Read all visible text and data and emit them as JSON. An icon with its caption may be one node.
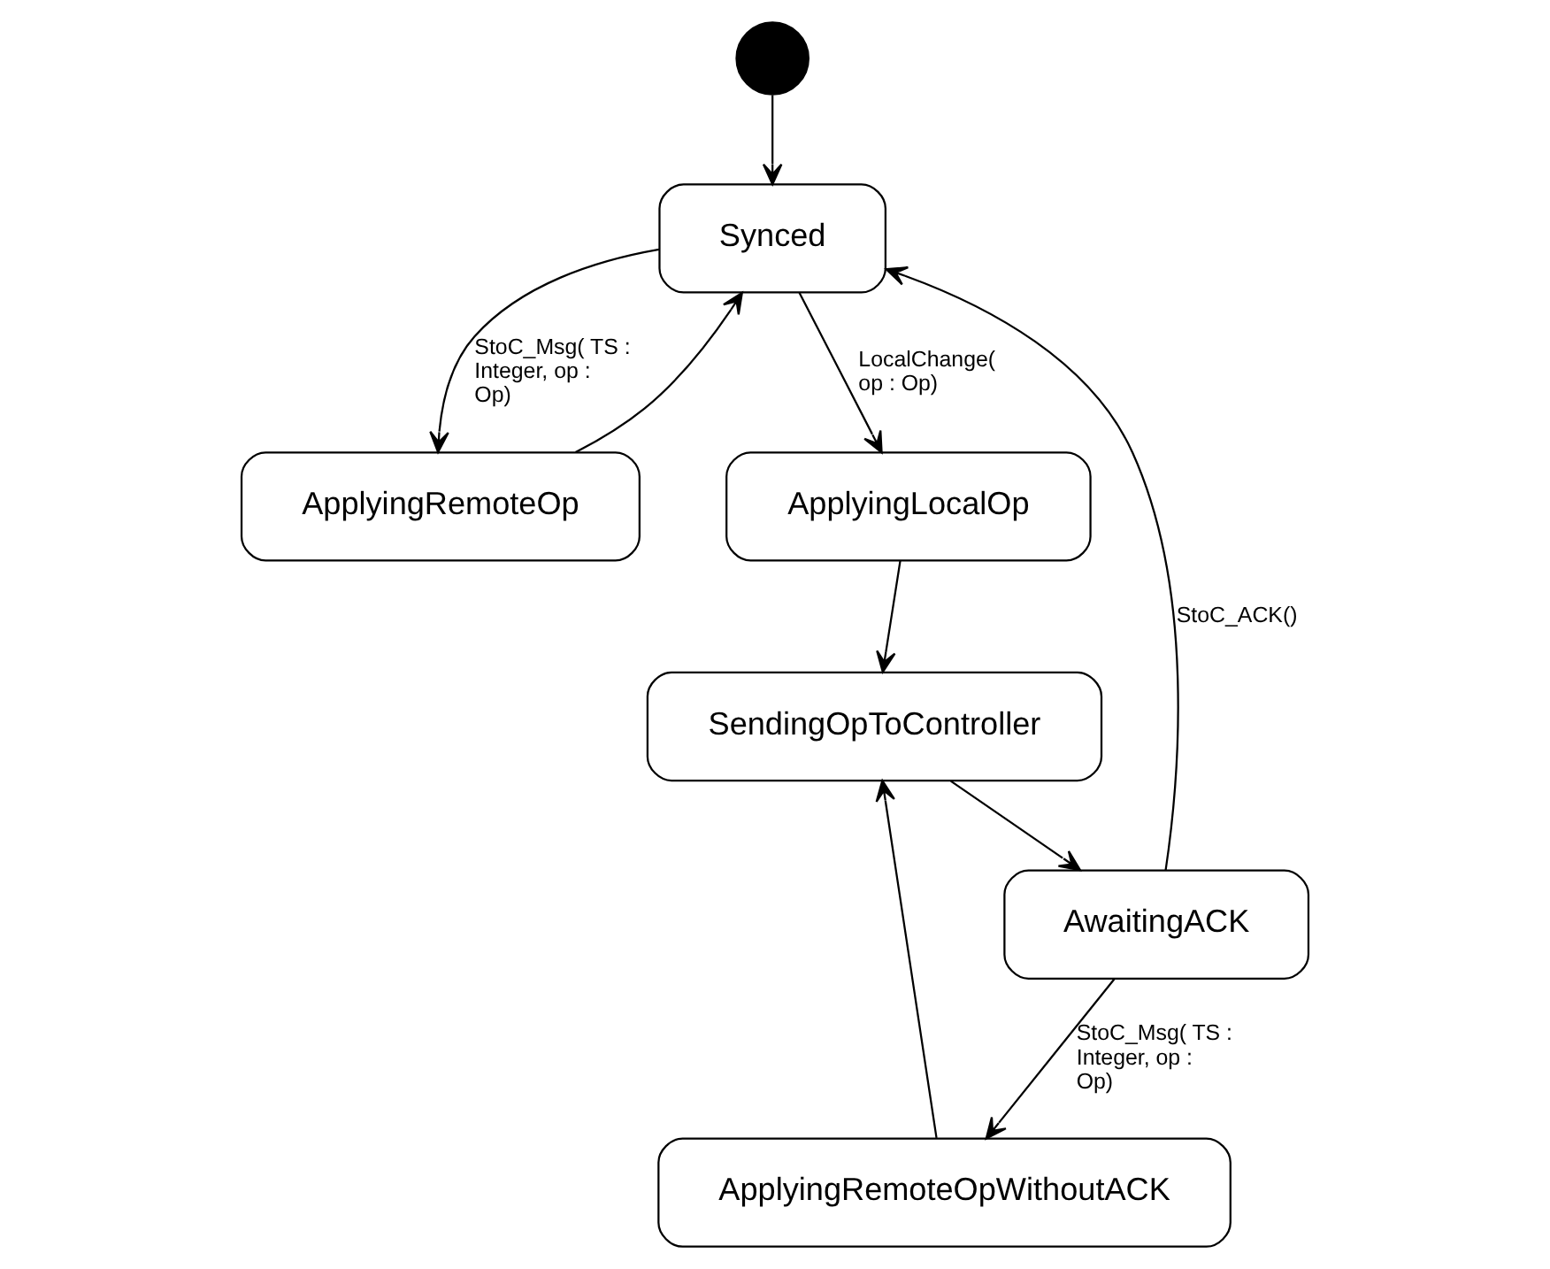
{
  "diagram": {
    "nodes": [
      {
        "text": [
          "Synced"
        ]
      },
      {
        "text": [
          "ApplyingRemoteOp"
        ]
      },
      {
        "text": [
          "AwaitingACK"
        ]
      },
      {
        "text": [
          "ApplyingLocalOp"
        ]
      },
      {
        "text": [
          "ApplyingRemoteOpWithoutACK"
        ]
      },
      {
        "text": [
          "SendingOpToController"
        ]
      },
      {
        "text": [],
        "shape": "circle"
      }
    ],
    "edges": [
      {
        "from": 6,
        "to": 0,
        "arrow": "to"
      },
      {
        "from": 0,
        "to": 1,
        "arrow": "to",
        "label": "StoC_Msg( TS : Integer, op : Op)"
      },
      {
        "from": 1,
        "to": 0,
        "arrow": "to"
      },
      {
        "from": 2,
        "to": 0,
        "arrow": "to",
        "label": "StoC_ACK()"
      },
      {
        "from": 0,
        "to": 3,
        "arrow": "to",
        "label": "LocalChange( op : Op)"
      },
      {
        "from": 2,
        "to": 4,
        "arrow": "to",
        "label": "StoC_Msg( TS : Integer, op : Op)"
      },
      {
        "from": 3,
        "to": 5,
        "arrow": "to"
      },
      {
        "from": 4,
        "to": 5,
        "arrow": "to"
      },
      {
        "from": 5,
        "to": 2,
        "arrow": "to"
      }
    ]
  }
}
